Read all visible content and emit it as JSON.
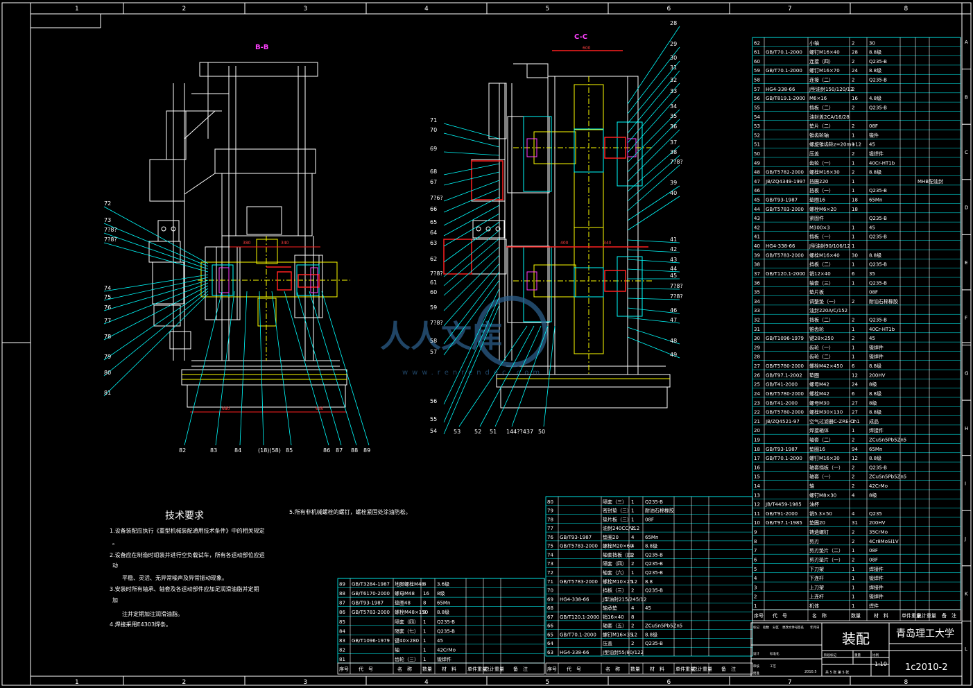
{
  "frame": {
    "col_numbers": [
      "1",
      "2",
      "3",
      "4",
      "5",
      "6",
      "7",
      "8"
    ],
    "row_letters": [
      "A",
      "B",
      "C",
      "D",
      "E",
      "F",
      "G",
      "H",
      "I",
      "J",
      "K",
      "L"
    ]
  },
  "views": {
    "bb_title": "B-B",
    "cc_title": "C-C",
    "cc_dim_top": "600",
    "bb_dims": [
      "380",
      "340"
    ],
    "cc_dims": [
      "400",
      "340"
    ],
    "bb_bottom_dims": [
      "680",
      "680"
    ]
  },
  "callouts": {
    "bb_left": [
      "72",
      "73",
      "7?8?",
      "7?8?",
      "74",
      "75",
      "76",
      "77",
      "78",
      "79",
      "80",
      "81"
    ],
    "bb_bottom": [
      "82",
      "83",
      "84",
      "(18)(58)",
      "85",
      "86",
      "87",
      "88",
      "89"
    ],
    "cc_left": [
      "71",
      "70",
      "69",
      "68",
      "67",
      "7?6?",
      "66",
      "65",
      "64",
      "63",
      "62",
      "7?8?",
      "61",
      "60",
      "59",
      "7?8?",
      "58",
      "57",
      "56",
      "55",
      "54"
    ],
    "cc_bottom": [
      "53",
      "52",
      "51",
      "144??437",
      "50"
    ],
    "cc_right": [
      "28",
      "29",
      "30",
      "31",
      "32",
      "33",
      "34",
      "35",
      "36",
      "37",
      "38",
      "7?8?",
      "39",
      "40",
      "41",
      "42",
      "43",
      "44",
      "45",
      "7?8?",
      "7?8?",
      "46",
      "47",
      "48",
      "49"
    ]
  },
  "watermark": {
    "text": "人人文库",
    "url": "www.renrendoc.com"
  },
  "tech_req": {
    "title": "技术要求",
    "lines": [
      "1.设备装配应执行《重型机械装配通用技术条件》中的相关规定",
      "。",
      "2.设备应在制造时组装并进行空负载试车，所有各运动部位应运",
      "动",
      "平稳、灵活、无异常噪声及异常振动现象。",
      "3.安装时所有轴承、轴套及各运动部件应加足润滑油脂并定期",
      "加",
      "注并定期加注润滑油脂。",
      "4.焊接采用E4303焊条。"
    ],
    "note5": "5.所有非机械螺栓的螺钉，螺栓紧固处涂油防松。"
  },
  "bom_headers": [
    "序号",
    "代　号",
    "名　称",
    "数量",
    "材　料",
    "单件重量",
    "总计重量",
    "备　注"
  ],
  "bom_right": [
    [
      "62",
      "",
      "小轴",
      "2",
      "30",
      ""
    ],
    [
      "61",
      "GB/T70.1-2000",
      "螺钉M16×40",
      "28",
      "8.8级",
      ""
    ],
    [
      "60",
      "",
      "连接（四）",
      "2",
      "Q235-B",
      ""
    ],
    [
      "59",
      "GB/T70.1-2000",
      "螺钉M16×70",
      "24",
      "8.8级",
      ""
    ],
    [
      "58",
      "",
      "连接（二）",
      "2",
      "Q235-B",
      ""
    ],
    [
      "57",
      "HG4-338-66",
      "J型油封150/120/12",
      "2",
      "",
      ""
    ],
    [
      "56",
      "GB/T819.1-2000",
      "M6×16",
      "16",
      "4.8级",
      ""
    ],
    [
      "55",
      "",
      "挡板（二）",
      "2",
      "Q235-B",
      ""
    ],
    [
      "54",
      "",
      "油封盖2CA/16/28",
      "",
      "",
      ""
    ],
    [
      "53",
      "",
      "垫片（二）",
      "2",
      "08F",
      ""
    ],
    [
      "52",
      "",
      "锥齿轮轴",
      "1",
      "锻件",
      ""
    ],
    [
      "51",
      "",
      "螺旋锥齿轮z=20m=12",
      "1",
      "45",
      ""
    ],
    [
      "50",
      "",
      "压盖",
      "2",
      "锻焊件",
      ""
    ],
    [
      "49",
      "",
      "齿轮（一）",
      "1",
      "40Cr-HT1b",
      ""
    ],
    [
      "48",
      "GB/T5782-2000",
      "螺栓M16×30",
      "2",
      "8.8级",
      ""
    ],
    [
      "47",
      "JB/ZQ4349-1997",
      "挡圈220",
      "1",
      "",
      "MHB配油封"
    ],
    [
      "46",
      "",
      "挡板（一）",
      "1",
      "Q235-B",
      ""
    ],
    [
      "45",
      "GB/T93-1987",
      "垫圈16",
      "18",
      "65Mn",
      ""
    ],
    [
      "44",
      "GB/T5783-2000",
      "螺栓M6×20",
      "18",
      "",
      ""
    ],
    [
      "43",
      "",
      "紧固件",
      "",
      "Q235-B",
      ""
    ],
    [
      "42",
      "",
      "M300×3",
      "1",
      "45",
      ""
    ],
    [
      "41",
      "",
      "挡板（一）",
      "1",
      "Q235-B",
      ""
    ],
    [
      "40",
      "HG4-338-66",
      "J型油封90/106/12",
      "1",
      "",
      ""
    ],
    [
      "39",
      "GB/T5783-2000",
      "螺栓M16×40",
      "30",
      "8.8级",
      ""
    ],
    [
      "38",
      "",
      "挡板（二）",
      "1",
      "Q235-B",
      ""
    ],
    [
      "37",
      "GB/T120.1-2000",
      "销12×40",
      "6",
      "35",
      ""
    ],
    [
      "36",
      "",
      "轴套（三）",
      "1",
      "Q235-B",
      ""
    ],
    [
      "35",
      "",
      "垫片板",
      "",
      "08F",
      ""
    ],
    [
      "34",
      "",
      "调整垫（一）",
      "2",
      "耐油石棉橡胶",
      ""
    ],
    [
      "33",
      "",
      "油封220A/C/152",
      "",
      "",
      ""
    ],
    [
      "32",
      "",
      "挡板（二）",
      "2",
      "Q235-B",
      ""
    ],
    [
      "31",
      "",
      "锥齿轮",
      "1",
      "40Cr-HT1b",
      ""
    ],
    [
      "30",
      "GB/T1096-1979",
      "键28×250",
      "2",
      "45",
      ""
    ],
    [
      "29",
      "",
      "齿轮（一）",
      "1",
      "锻焊件",
      ""
    ],
    [
      "28",
      "",
      "齿轮（二）",
      "1",
      "锻焊件",
      ""
    ],
    [
      "27",
      "GB/T5780-2000",
      "螺栓M42×450",
      "6",
      "8.8级",
      ""
    ],
    [
      "26",
      "GB/T97.1-2002",
      "垫圈",
      "12",
      "200HV",
      ""
    ],
    [
      "25",
      "GB/T41-2000",
      "螺母M42",
      "24",
      "8级",
      ""
    ],
    [
      "24",
      "GB/T5780-2000",
      "螺栓M42",
      "6",
      "8.8级",
      ""
    ],
    [
      "23",
      "GB/T41-2000",
      "螺母M30",
      "27",
      "8级",
      ""
    ],
    [
      "22",
      "GB/T5780-2000",
      "螺栓M30×130",
      "27",
      "8.8级",
      ""
    ],
    [
      "21",
      "JB/ZQ4521-97",
      "空气过滤器C-ZRE-Ch1",
      "1",
      "成品",
      ""
    ],
    [
      "20",
      "",
      "焊接箱体",
      "1",
      "焊接件",
      ""
    ],
    [
      "19",
      "",
      "轴套（二）",
      "2",
      "ZCuSn5Pb5Zn5",
      ""
    ],
    [
      "18",
      "GB/T93-1987",
      "垫圈16",
      "94",
      "65Mn",
      ""
    ],
    [
      "17",
      "GB/T70.1-2000",
      "螺钉M16×30",
      "12",
      "8.8级",
      ""
    ],
    [
      "16",
      "",
      "轴套挡板（一）",
      "2",
      "Q235-B",
      ""
    ],
    [
      "15",
      "",
      "轴套（一）",
      "2",
      "ZCuSn5Pb5Zn5",
      ""
    ],
    [
      "14",
      "",
      "轴",
      "2",
      "42CrMo",
      ""
    ],
    [
      "13",
      "",
      "螺钉M8×30",
      "4",
      "8级",
      ""
    ],
    [
      "12",
      "JB/T4459-1985",
      "油杯",
      "",
      "",
      ""
    ],
    [
      "11",
      "GB/T91-2000",
      "销5.3×50",
      "4",
      "Q235",
      ""
    ],
    [
      "10",
      "GB/T97.1-1985",
      "垫圈20",
      "31",
      "200HV",
      ""
    ],
    [
      "9",
      "",
      "铸造螺钉",
      "2",
      "35CrMo",
      ""
    ],
    [
      "8",
      "",
      "剪刃",
      "2",
      "4Cr8MoSi1V",
      ""
    ],
    [
      "7",
      "",
      "剪刃垫片（二）",
      "1",
      "08F",
      ""
    ],
    [
      "6",
      "",
      "剪刃垫片（一）",
      "2",
      "08F",
      ""
    ],
    [
      "5",
      "",
      "下刀架",
      "1",
      "焊接件",
      ""
    ],
    [
      "4",
      "",
      "下连杆",
      "1",
      "锻焊件",
      ""
    ],
    [
      "3",
      "",
      "上刀架",
      "1",
      "焊接件",
      ""
    ],
    [
      "2",
      "",
      "上连杆",
      "1",
      "锻焊件",
      ""
    ],
    [
      "1",
      "",
      "机体",
      "1",
      "焊件",
      ""
    ]
  ],
  "bom_mid": [
    [
      "80",
      "",
      "隔套（三）",
      "1",
      "Q235-B",
      ""
    ],
    [
      "79",
      "",
      "密封垫（三）",
      "1",
      "耐油石棉橡胶",
      ""
    ],
    [
      "78",
      "",
      "垫片板（三）",
      "1",
      "08F",
      ""
    ],
    [
      "77",
      "",
      "油封240CC/V12",
      "2",
      "",
      ""
    ],
    [
      "76",
      "GB/T93-1987",
      "垫圈20",
      "4",
      "65Mn",
      ""
    ],
    [
      "75",
      "GB/T5783-2000",
      "螺栓M20×60",
      "4",
      "8.8级",
      ""
    ],
    [
      "74",
      "",
      "轴套挡板（四）",
      "2",
      "Q235-B",
      ""
    ],
    [
      "73",
      "",
      "隔套（四）",
      "2",
      "Q235-B",
      ""
    ],
    [
      "72",
      "",
      "轴套（六）",
      "1",
      "Q235-B",
      ""
    ],
    [
      "71",
      "GB/T5783-2000",
      "螺栓M10×25",
      "12",
      "8.8",
      ""
    ],
    [
      "70",
      "",
      "挡板（三）",
      "2",
      "Q235-B",
      ""
    ],
    [
      "69",
      "HG4-338-66",
      "J型油封215/245/12",
      "",
      "",
      ""
    ],
    [
      "68",
      "",
      "轴承垫",
      "4",
      "45",
      ""
    ],
    [
      "67",
      "GB/T120.1-2000",
      "销16×40",
      "8",
      "",
      ""
    ],
    [
      "66",
      "",
      "轴套（五）",
      "2",
      "ZCuSn5Pb5Zn5",
      ""
    ],
    [
      "65",
      "GB/T70.1-2000",
      "螺钉M16×35",
      "12",
      "8.8级",
      ""
    ],
    [
      "64",
      "",
      "压盖",
      "2",
      "Q235-B",
      ""
    ],
    [
      "63",
      "HG4-338-66",
      "J型油封55/80/122",
      "",
      "",
      ""
    ]
  ],
  "bom_left": [
    [
      "89",
      "GB/T3284-1987",
      "地脚螺栓M48",
      "8",
      "3.6级",
      ""
    ],
    [
      "88",
      "GB/T6170-2000",
      "螺母M48",
      "16",
      "8级",
      ""
    ],
    [
      "87",
      "GB/T93-1987",
      "垫圈48",
      "8",
      "65Mn",
      ""
    ],
    [
      "86",
      "GB/T5783-2000",
      "螺栓M48×150",
      "8",
      "8.8级",
      ""
    ],
    [
      "85",
      "",
      "隔套（四）",
      "1",
      "Q235-B",
      ""
    ],
    [
      "84",
      "",
      "隔套（七）",
      "1",
      "Q235-B",
      ""
    ],
    [
      "83",
      "GB/T1096-1979",
      "键40×280",
      "1",
      "45",
      ""
    ],
    [
      "82",
      "",
      "轴",
      "1",
      "42CrMo",
      ""
    ],
    [
      "81",
      "",
      "齿轮（三）",
      "1",
      "锻焊件",
      ""
    ]
  ],
  "title_block": {
    "drawing_name": "装配",
    "school": "青岛理工大学",
    "scale": "1:10",
    "drawing_no": "1c2010-2",
    "date": "2010.5",
    "sheet_info": "共 5 张  第 5 张",
    "small_labels": [
      "标记",
      "处数",
      "分区",
      "更改文件号",
      "签名",
      "年月日",
      "设计",
      "标准化",
      "阶段标记",
      "重量",
      "比例",
      "审核",
      "工艺",
      "批准"
    ]
  },
  "colors": {
    "frame": "#ffffff",
    "cad_green": "#00ff00",
    "cad_cyan": "#00ffff",
    "cad_red": "#ff2020",
    "cad_yellow": "#ffff00",
    "cad_magenta": "#ff40ff",
    "watermark": "#2b5d88"
  }
}
